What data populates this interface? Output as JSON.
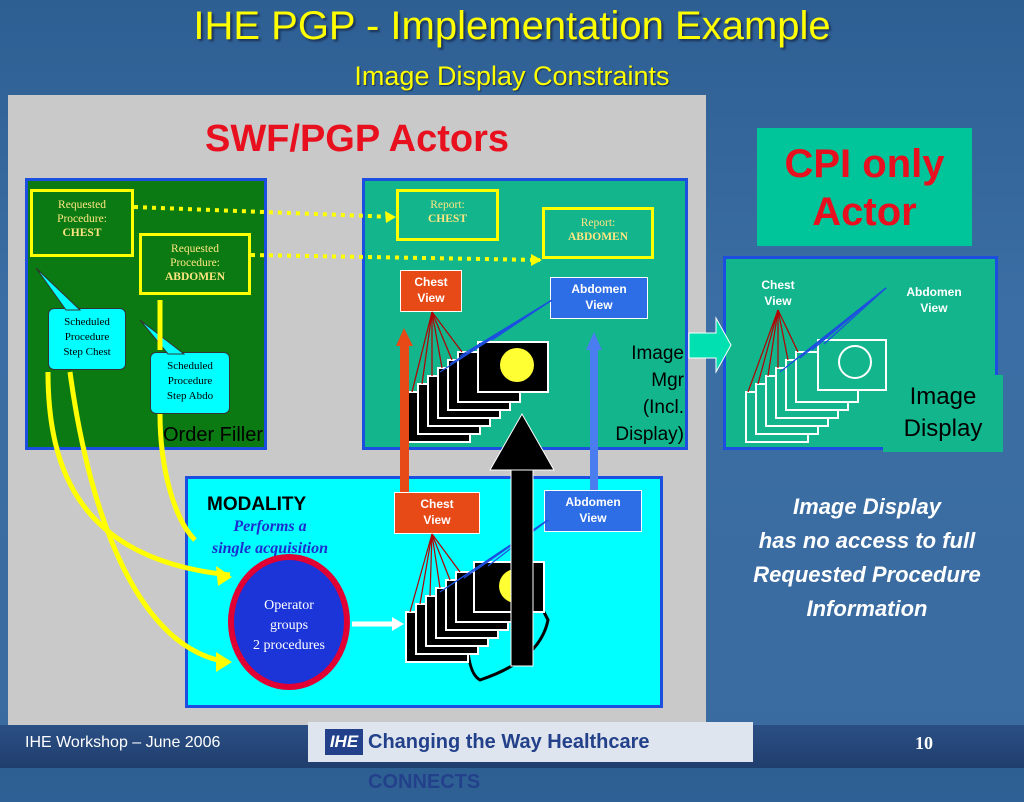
{
  "slide": {
    "title": "IHE PGP - Implementation Example",
    "subtitle": "Image Display Constraints",
    "heading": "SWF/PGP Actors",
    "page_number": "10"
  },
  "order_filler": {
    "label": "Order Filler",
    "requested_1": {
      "line1": "Requested",
      "line2": "Procedure:",
      "line3": "CHEST"
    },
    "requested_2": {
      "line1": "Requested",
      "line2": "Procedure:",
      "line3": "ABDOMEN"
    },
    "scheduled_1": {
      "line1": "Scheduled",
      "line2": "Procedure",
      "line3": "Step Chest"
    },
    "scheduled_2": {
      "line1": "Scheduled",
      "line2": "Procedure",
      "line3": "Step Abdo"
    }
  },
  "image_manager": {
    "label_line1": "Image",
    "label_line2": "Mgr",
    "label_line3": "(Incl.",
    "label_line4": "Display)",
    "report_1": {
      "line1": "Report:",
      "line2": "CHEST"
    },
    "report_2": {
      "line1": "Report:",
      "line2": "ABDOMEN"
    },
    "chest_view": {
      "line1": "Chest",
      "line2": "View"
    },
    "abdomen_view": {
      "line1": "Abdomen",
      "line2": "View"
    }
  },
  "modality": {
    "label": "MODALITY",
    "sub_line1": "Performs  a",
    "sub_line2": "single acquisition",
    "operator_line1": "Operator",
    "operator_line2": "groups",
    "operator_line3": "2 procedures",
    "chest_view": {
      "line1": "Chest",
      "line2": "View"
    },
    "abdomen_view": {
      "line1": "Abdomen",
      "line2": "View"
    }
  },
  "cpi": {
    "line1": "CPI only",
    "line2": "Actor"
  },
  "image_display": {
    "label_line1": "Image",
    "label_line2": "Display",
    "chest_view": {
      "line1": "Chest",
      "line2": "View"
    },
    "abdomen_view": {
      "line1": "Abdomen",
      "line2": "View"
    }
  },
  "note": {
    "line1": "Image Display",
    "line2": "has no access to full",
    "line3": "Requested Procedure",
    "line4": "Information"
  },
  "footer": {
    "left": "IHE Workshop – June 2006",
    "logo_mark": "IHE",
    "logo_text": "Changing the Way Healthcare CONNECTS"
  },
  "colors": {
    "title": "#ffff00",
    "heading_red": "#e8101e",
    "order_filler_green": "#0b7a12",
    "image_mgr_teal": "#12b58c",
    "modality_cyan": "#00ffff",
    "frame_blue": "#1c4fe0",
    "chest_red": "#e84a17",
    "abdomen_blue": "#2d6de6"
  }
}
